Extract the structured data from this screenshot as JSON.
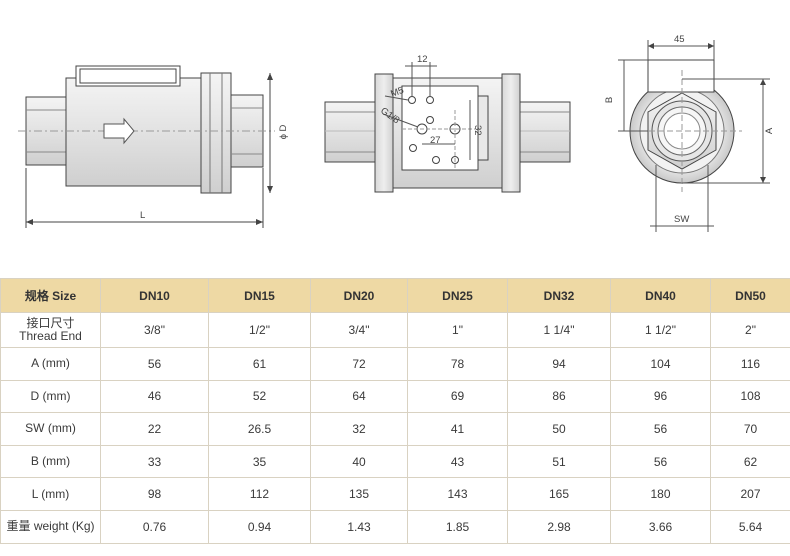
{
  "drawings": {
    "view1_labels": {
      "length": "L",
      "diameter": "ϕ D"
    },
    "view2_labels": {
      "top_dim": "12",
      "m5": "M5",
      "g18": "G1/8",
      "mid_dim": "27",
      "side_dim": "32"
    },
    "view3_labels": {
      "top_dim": "45",
      "b": "B",
      "a": "A",
      "sw": "SW"
    }
  },
  "table": {
    "header": [
      "规格 Size",
      "DN10",
      "DN15",
      "DN20",
      "DN25",
      "DN32",
      "DN40",
      "DN50"
    ],
    "rows": [
      {
        "label": "接口尺寸",
        "label2": "Thread End",
        "values": [
          "3/8\"",
          "1/2\"",
          "3/4\"",
          "1\"",
          "1 1/4\"",
          "1 1/2\"",
          "2\""
        ]
      },
      {
        "label": "A (mm)",
        "values": [
          "56",
          "61",
          "72",
          "78",
          "94",
          "104",
          "116"
        ]
      },
      {
        "label": "D (mm)",
        "values": [
          "46",
          "52",
          "64",
          "69",
          "86",
          "96",
          "108"
        ]
      },
      {
        "label": "SW (mm)",
        "values": [
          "22",
          "26.5",
          "32",
          "41",
          "50",
          "56",
          "70"
        ]
      },
      {
        "label": "B (mm)",
        "values": [
          "33",
          "35",
          "40",
          "43",
          "51",
          "56",
          "62"
        ]
      },
      {
        "label": "L (mm)",
        "values": [
          "98",
          "112",
          "135",
          "143",
          "165",
          "180",
          "207"
        ]
      },
      {
        "label": "重量 weight (Kg)",
        "values": [
          "0.76",
          "0.94",
          "1.43",
          "1.85",
          "2.98",
          "3.66",
          "5.64"
        ]
      }
    ]
  }
}
